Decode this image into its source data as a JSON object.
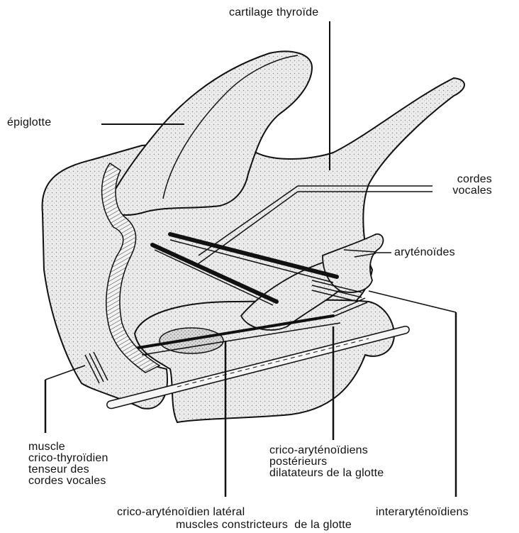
{
  "labels": {
    "cartilage_thyroide": "cartilage thyroïde",
    "epiglotte": "épiglotte",
    "cordes_vocales": [
      "cordes",
      "vocales"
    ],
    "arytenoides": "aryténoïdes",
    "muscle_crico_thyroidien": [
      "muscle",
      "crico-thyroïdien",
      "tenseur des",
      "cordes vocales"
    ],
    "crico_arytenoidiens_posterieurs": [
      "crico-aryténoïdiens",
      "postérieurs",
      "dilatateurs de la glotte"
    ],
    "crico_arytenoidien_lateral": "crico-aryténoïdien latéral",
    "interarytenoidiens": "interaryténoïdiens",
    "muscles_constricteurs": "muscles constricteurs  de la glotte"
  },
  "colors": {
    "ink": "#111111",
    "cartilage_fill": "#e6e6e6",
    "shade_fill": "#cfcfcf",
    "background": "#ffffff"
  }
}
